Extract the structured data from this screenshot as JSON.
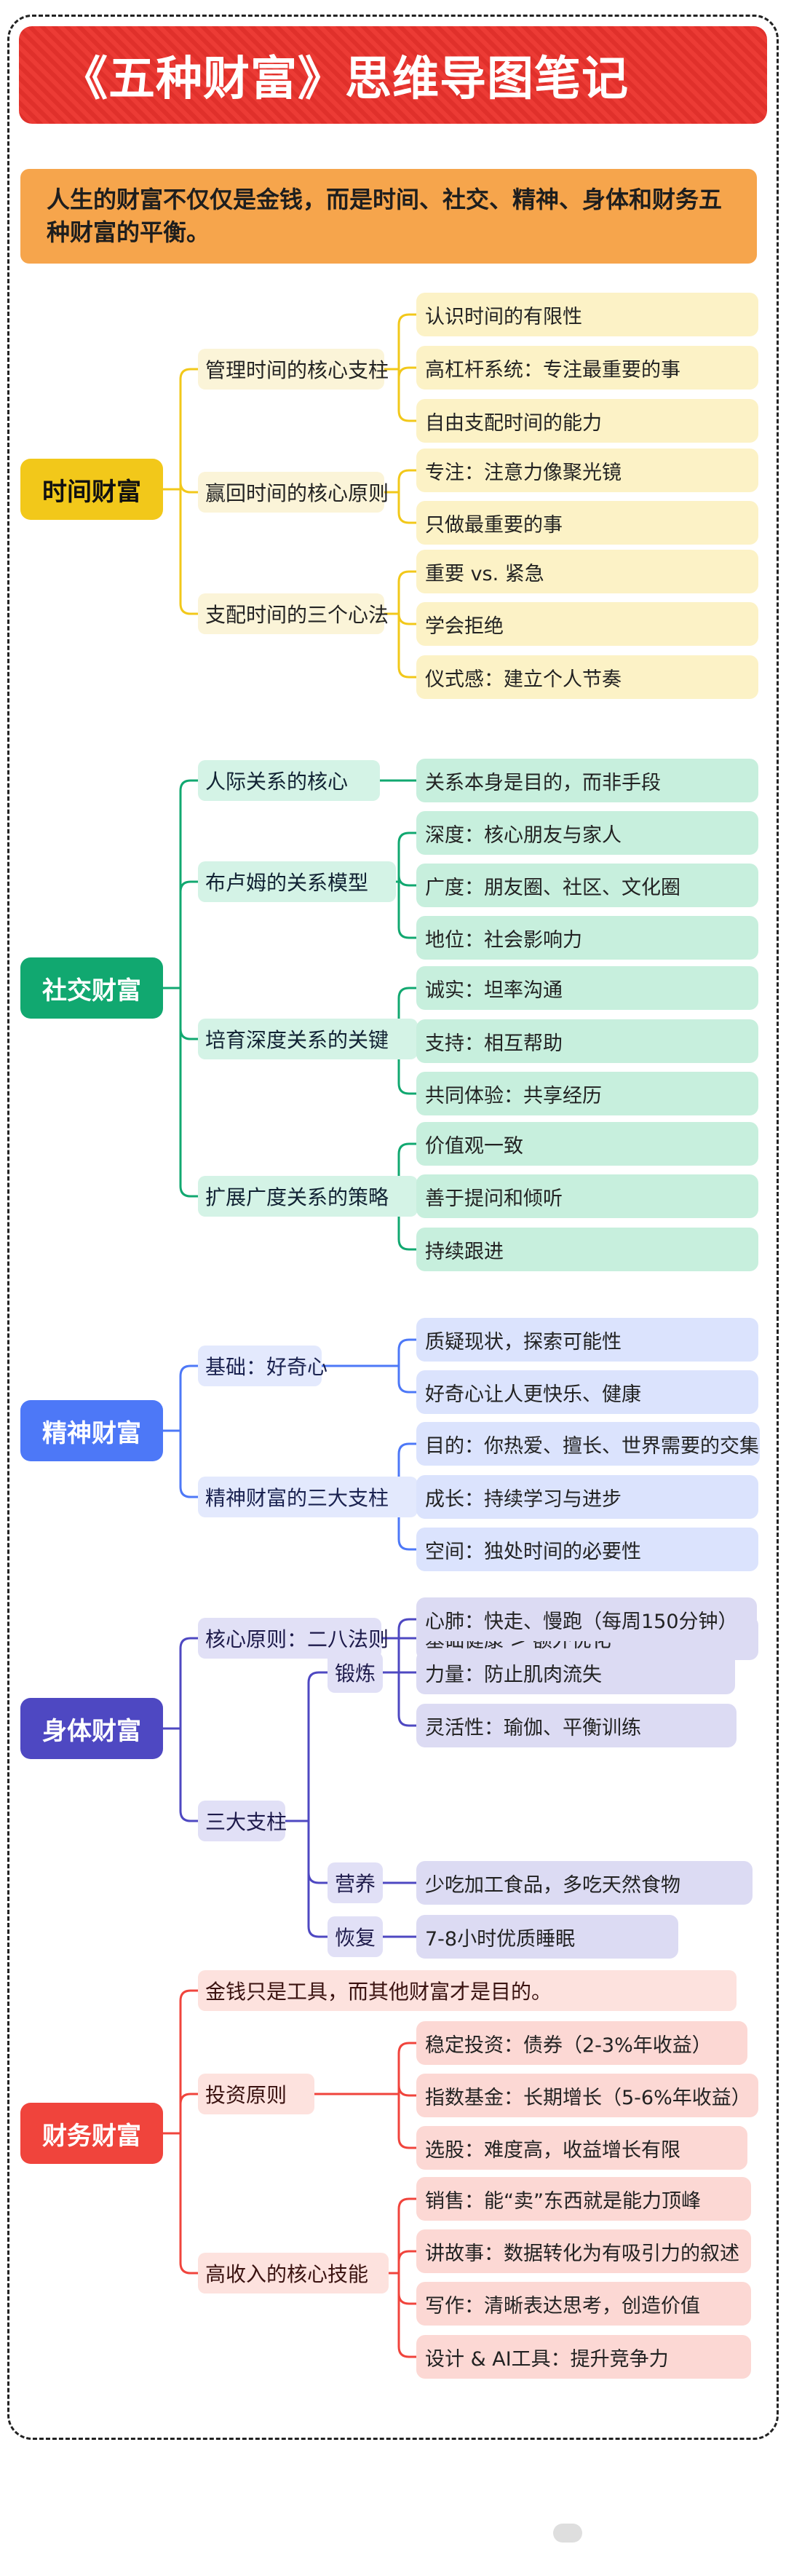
{
  "title": "《五种财富》思维导图笔记",
  "intro": "人生的财富不仅仅是金钱，而是时间、社交、精神、身体和财务五种财富的平衡。",
  "colors": {
    "title_red": "#e0302b",
    "intro_orange": "#f6a54c",
    "time": "#f2c81a",
    "social": "#11a870",
    "spirit": "#4d78f7",
    "body": "#4e48c2",
    "money": "#f0443c"
  },
  "sections": {
    "time": {
      "label": "时间财富",
      "subs": [
        {
          "label": "管理时间的核心支柱",
          "leaves": [
            "认识时间的有限性",
            "高杠杆系统：专注最重要的事",
            "自由支配时间的能力"
          ]
        },
        {
          "label": "赢回时间的核心原则",
          "leaves": [
            "专注：注意力像聚光镜",
            "只做最重要的事"
          ]
        },
        {
          "label": "支配时间的三个心法",
          "leaves": [
            "重要 vs. 紧急",
            "学会拒绝",
            "仪式感：建立个人节奏"
          ]
        }
      ]
    },
    "social": {
      "label": "社交财富",
      "subs": [
        {
          "label": "人际关系的核心",
          "leaves": [
            "关系本身是目的，而非手段"
          ]
        },
        {
          "label": "布卢姆的关系模型",
          "leaves": [
            "深度：核心朋友与家人",
            "广度：朋友圈、社区、文化圈",
            "地位：社会影响力"
          ]
        },
        {
          "label": "培育深度关系的关键",
          "leaves": [
            "诚实：坦率沟通",
            "支持：相互帮助",
            "共同体验：共享经历"
          ]
        },
        {
          "label": "扩展广度关系的策略",
          "leaves": [
            "价值观一致",
            "善于提问和倾听",
            "持续跟进"
          ]
        }
      ]
    },
    "spirit": {
      "label": "精神财富",
      "subs": [
        {
          "label": "基础：好奇心",
          "leaves": [
            "质疑现状，探索可能性",
            "好奇心让人更快乐、健康"
          ]
        },
        {
          "label": "精神财富的三大支柱",
          "leaves": [
            "目的：你热爱、擅长、世界需要的交集",
            "成长：持续学习与进步",
            "空间：独处时间的必要性"
          ]
        }
      ]
    },
    "body": {
      "label": "身体财富",
      "subs": [
        {
          "label": "核心原则：二八法则",
          "leaves": [
            "基础健康 > 额外优化"
          ]
        },
        {
          "label": "三大支柱",
          "children": [
            {
              "label": "锻炼",
              "leaves": [
                "心肺：快走、慢跑（每周150分钟）",
                "力量：防止肌肉流失",
                "灵活性：瑜伽、平衡训练"
              ]
            },
            {
              "label": "营养",
              "leaves": [
                "少吃加工食品，多吃天然食物"
              ]
            },
            {
              "label": "恢复",
              "leaves": [
                "7-8小时优质睡眠"
              ]
            }
          ]
        }
      ]
    },
    "money": {
      "label": "财务财富",
      "subs": [
        {
          "label": "金钱只是工具，而其他财富才是目的。",
          "leaves": []
        },
        {
          "label": "投资原则",
          "leaves": [
            "稳定投资：债券（2-3%年收益）",
            "指数基金：长期增长（5-6%年收益）",
            "选股：难度高，收益增长有限"
          ]
        },
        {
          "label": "高收入的核心技能",
          "leaves": [
            "销售：能“卖”东西就是能力顶峰",
            "讲故事：数据转化为有吸引力的叙述",
            "写作：清晰表达思考，创造价值",
            "设计 & AI工具：提升竞争力"
          ]
        }
      ]
    }
  }
}
